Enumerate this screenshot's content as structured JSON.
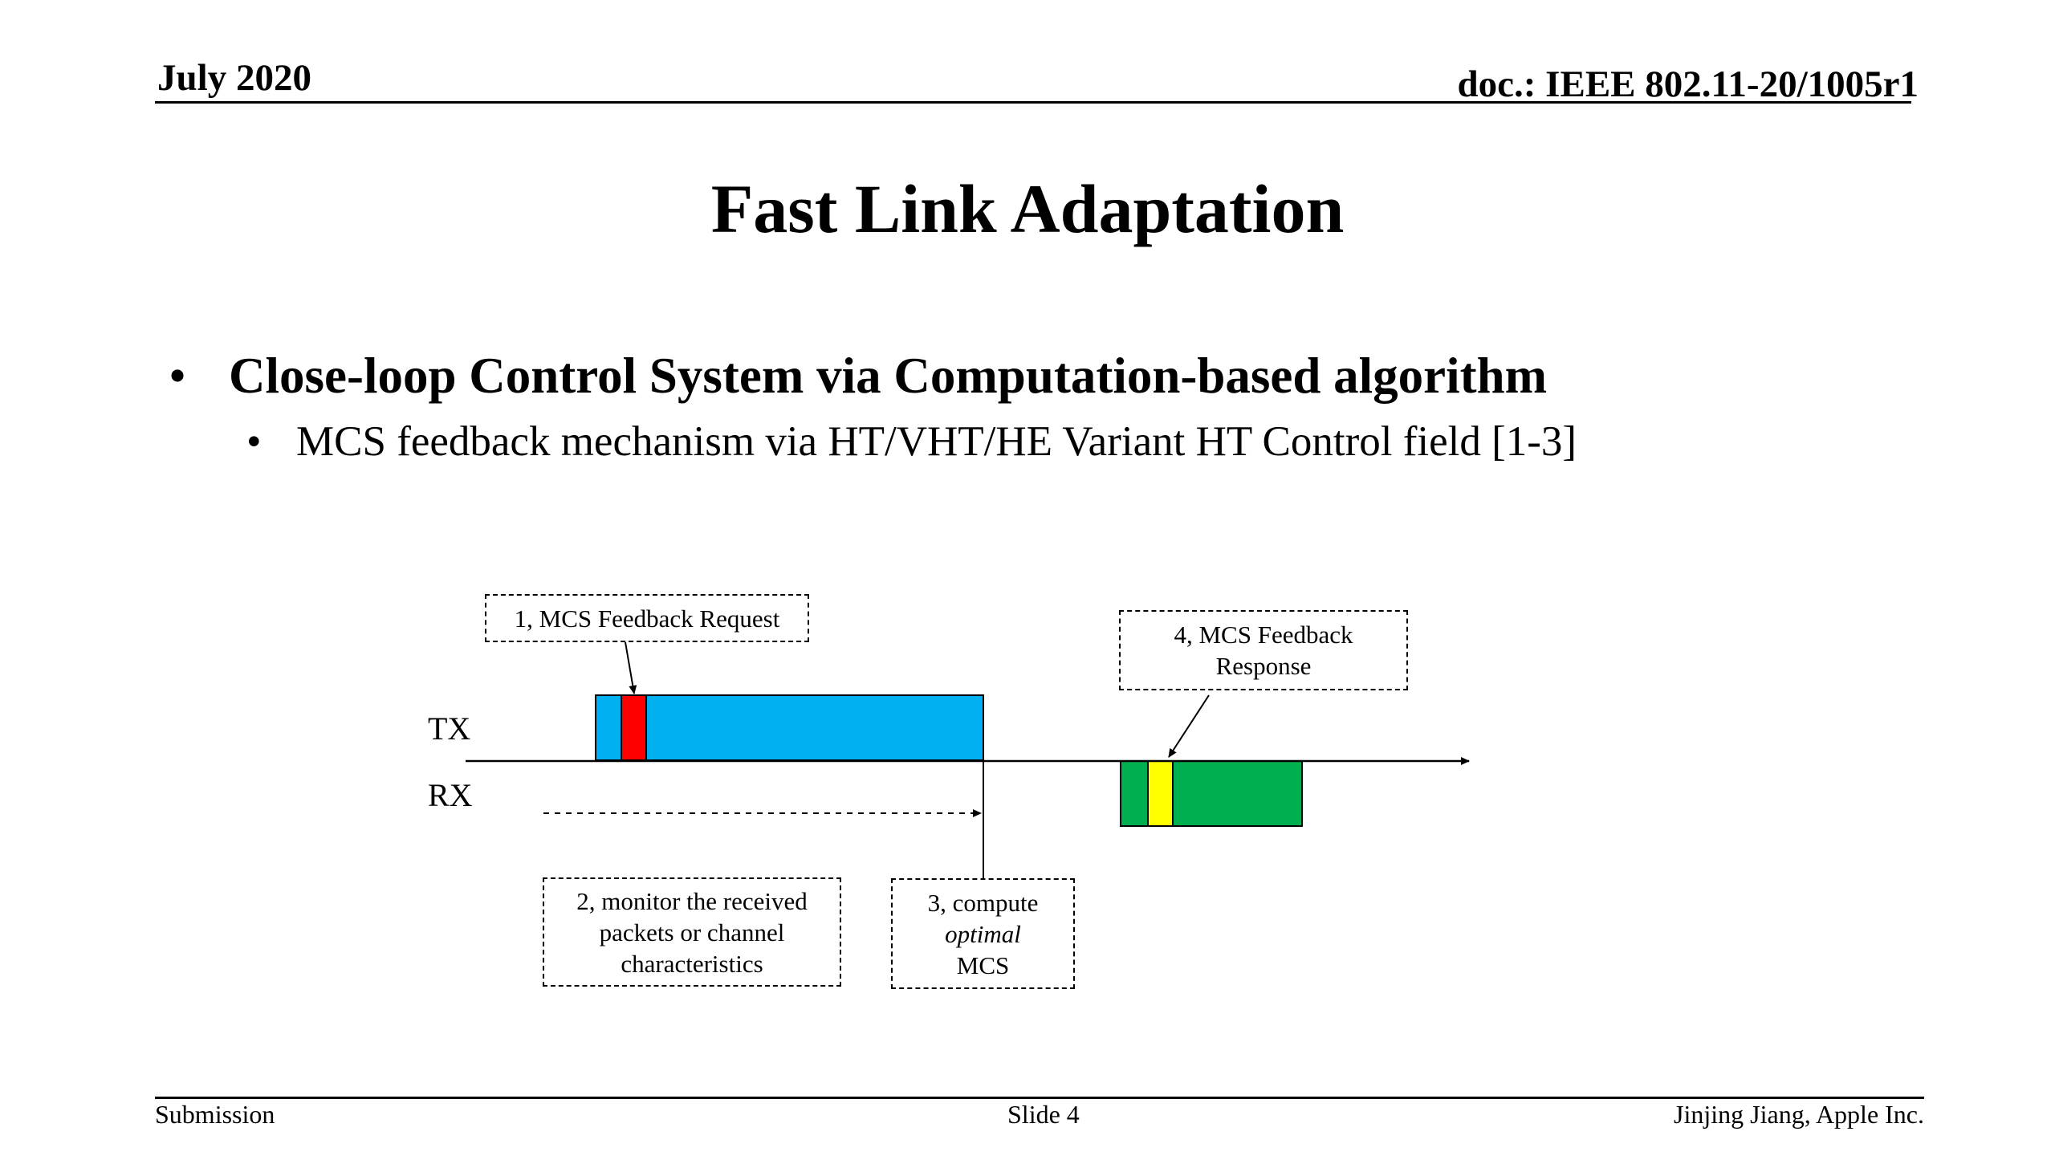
{
  "header": {
    "date": "July 2020",
    "doc": "doc.: IEEE 802.11-20/1005r1"
  },
  "slide": {
    "title": "Fast Link Adaptation",
    "bullets": [
      {
        "symbol": "•",
        "text": "Close-loop Control System via Computation-based algorithm"
      },
      {
        "symbol": "•",
        "text": "MCS feedback mechanism via HT/VHT/HE Variant HT Control field [1-3]"
      }
    ]
  },
  "diagram": {
    "tx_label": "TX",
    "rx_label": "RX",
    "step1": "1, MCS Feedback Request",
    "step2": {
      "line1": "2, monitor the received",
      "line2": "packets or channel",
      "line3": "characteristics"
    },
    "step3": {
      "line1": "3, compute",
      "line2": "optimal",
      "line3": "MCS"
    },
    "step4": {
      "line1": "4, MCS Feedback",
      "line2": "Response"
    },
    "colors": {
      "tx_frame": "#00b0f0",
      "request_field": "#ff0000",
      "response_frame": "#00b050",
      "response_field": "#ffff00"
    }
  },
  "footer": {
    "left": "Submission",
    "center": "Slide 4",
    "right": "Jinjing Jiang, Apple Inc."
  }
}
